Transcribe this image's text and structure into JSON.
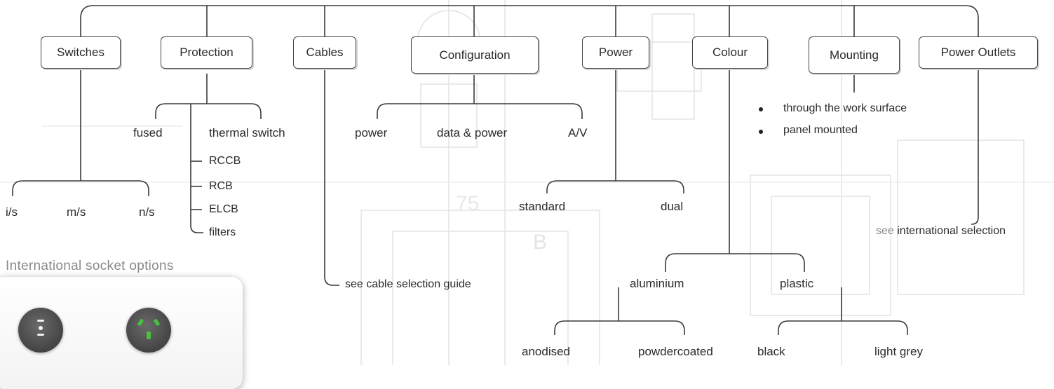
{
  "categories": {
    "switches": "Switches",
    "protection": "Protection",
    "cables": "Cables",
    "configuration": "Configuration",
    "power": "Power",
    "colour": "Colour",
    "mounting": "Mounting",
    "power_outlets": "Power Outlets"
  },
  "switches": {
    "options": [
      "i/s",
      "m/s",
      "n/s"
    ]
  },
  "protection": {
    "options": [
      "fused",
      "thermal switch"
    ],
    "sub_options": [
      "RCCB",
      "RCB",
      "ELCB",
      "filters"
    ]
  },
  "cables": {
    "note": "see cable selection guide"
  },
  "configuration": {
    "options": [
      "power",
      "data & power",
      "A/V"
    ]
  },
  "power": {
    "options": [
      "standard",
      "dual"
    ]
  },
  "colour": {
    "options": [
      "aluminium",
      "plastic"
    ],
    "aluminium_finishes": [
      "anodised",
      "powdercoated"
    ],
    "plastic_colours": [
      "black",
      "light grey"
    ]
  },
  "mounting": {
    "options": [
      "through the work surface",
      "panel mounted"
    ]
  },
  "power_outlets": {
    "note_prefix": "see",
    "note_rest": "international selection"
  },
  "international": {
    "title": "International socket options"
  },
  "colors": {
    "line": "#3a3a3a",
    "accent_green": "#48c23e",
    "panel_text": "#8a8a8a"
  }
}
